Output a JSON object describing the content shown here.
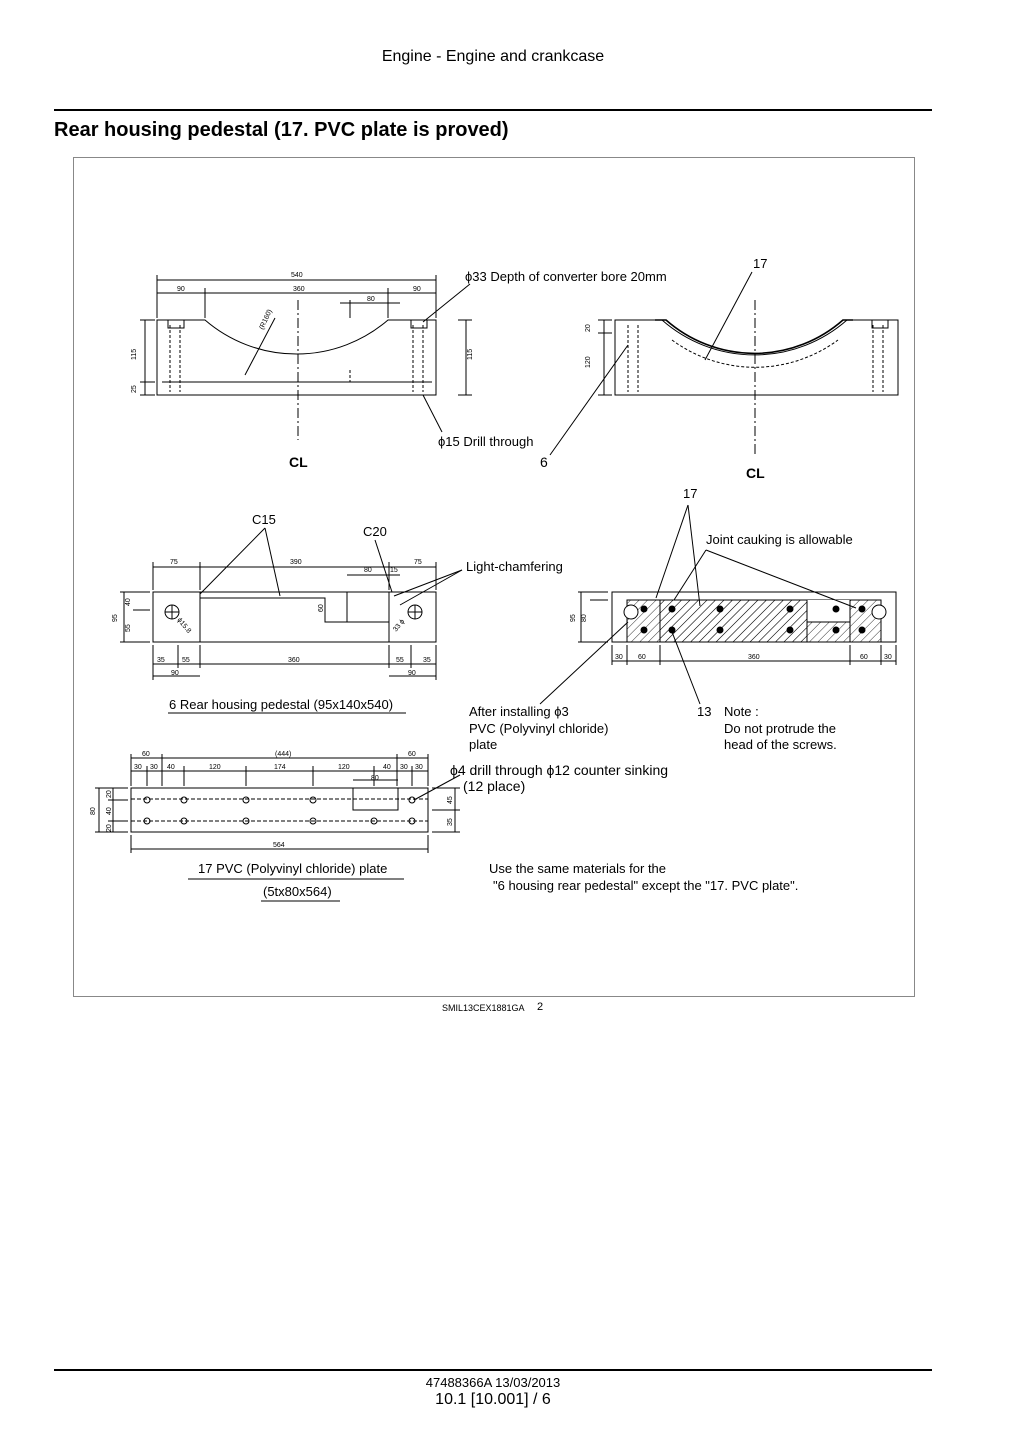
{
  "header": {
    "section": "Engine - Engine and crankcase"
  },
  "title": "Rear housing pedestal (17.  PVC plate is proved)",
  "figure": {
    "callouts": {
      "bore": "ϕ33 Depth of converter bore 20mm",
      "drill": "ϕ15 Drill through",
      "part6": "6",
      "part17_top": "17",
      "cl_left": "CL",
      "cl_right": "CL",
      "c15": "C15",
      "c20": "C20",
      "light_chamfer": "Light-chamfering",
      "part17_mid": "17",
      "joint": "Joint cauking is allowable",
      "pedestal_caption": "6 Rear housing pedestal (95x140x540)",
      "after_installing": [
        "After installing  ϕ3",
        "PVC (Polyvinyl chloride)",
        "plate"
      ],
      "part13": "13",
      "note": [
        "Note :",
        "Do not protrude the",
        "head of the screws."
      ],
      "drill_through": [
        "ϕ4 drill through  ϕ12 counter sinking",
        "(12 place)"
      ],
      "pvc_caption": "17 PVC (Polyvinyl chloride) plate",
      "pvc_size": "(5tx80x564)",
      "same_materials": [
        "Use the same materials for the",
        "\"6 housing rear pedestal\" except the \"17. PVC plate\"."
      ]
    },
    "dimensions": {
      "top_view": {
        "total": "540",
        "left": "90",
        "middle": "360",
        "right": "90",
        "slot": "80",
        "radius": "(R160)",
        "height1": "115",
        "height2": "25",
        "height_right": "115"
      },
      "top_right": {
        "h20": "20",
        "h120": "120"
      },
      "plan_view": {
        "w75a": "75",
        "w390": "390",
        "w75b": "75",
        "w80": "80",
        "w15": "15",
        "h95": "95",
        "h40": "40",
        "h55": "55",
        "h60": "60",
        "b35a": "35",
        "b55a": "55",
        "b360": "360",
        "b55b": "55",
        "b35b": "35",
        "b90a": "90",
        "b90b": "90",
        "hole1": "ϕ15.8",
        "hole2": "33 ϕ"
      },
      "assembly_view": {
        "h95": "95",
        "h80": "80",
        "b30a": "30",
        "b60a": "60",
        "b360": "360",
        "b60b": "60",
        "b30b": "30"
      },
      "pvc_view": {
        "t60a": "60",
        "t444": "(444)",
        "t60b": "60",
        "t30a": "30",
        "t30b": "30",
        "t40a": "40",
        "t120a": "120",
        "t174": "174",
        "t120b": "120",
        "t40b": "40",
        "t30c": "30",
        "t30d": "30",
        "t80": "80",
        "h80": "80",
        "h20a": "20",
        "h40": "40",
        "h20b": "20",
        "r45": "45",
        "r35": "35",
        "b564": "564"
      }
    }
  },
  "figure_ref": {
    "code": "SMIL13CEX1881GA",
    "number": "2"
  },
  "footer": {
    "doc": "47488366A 13/03/2013",
    "page": "10.1 [10.001] / 6"
  }
}
